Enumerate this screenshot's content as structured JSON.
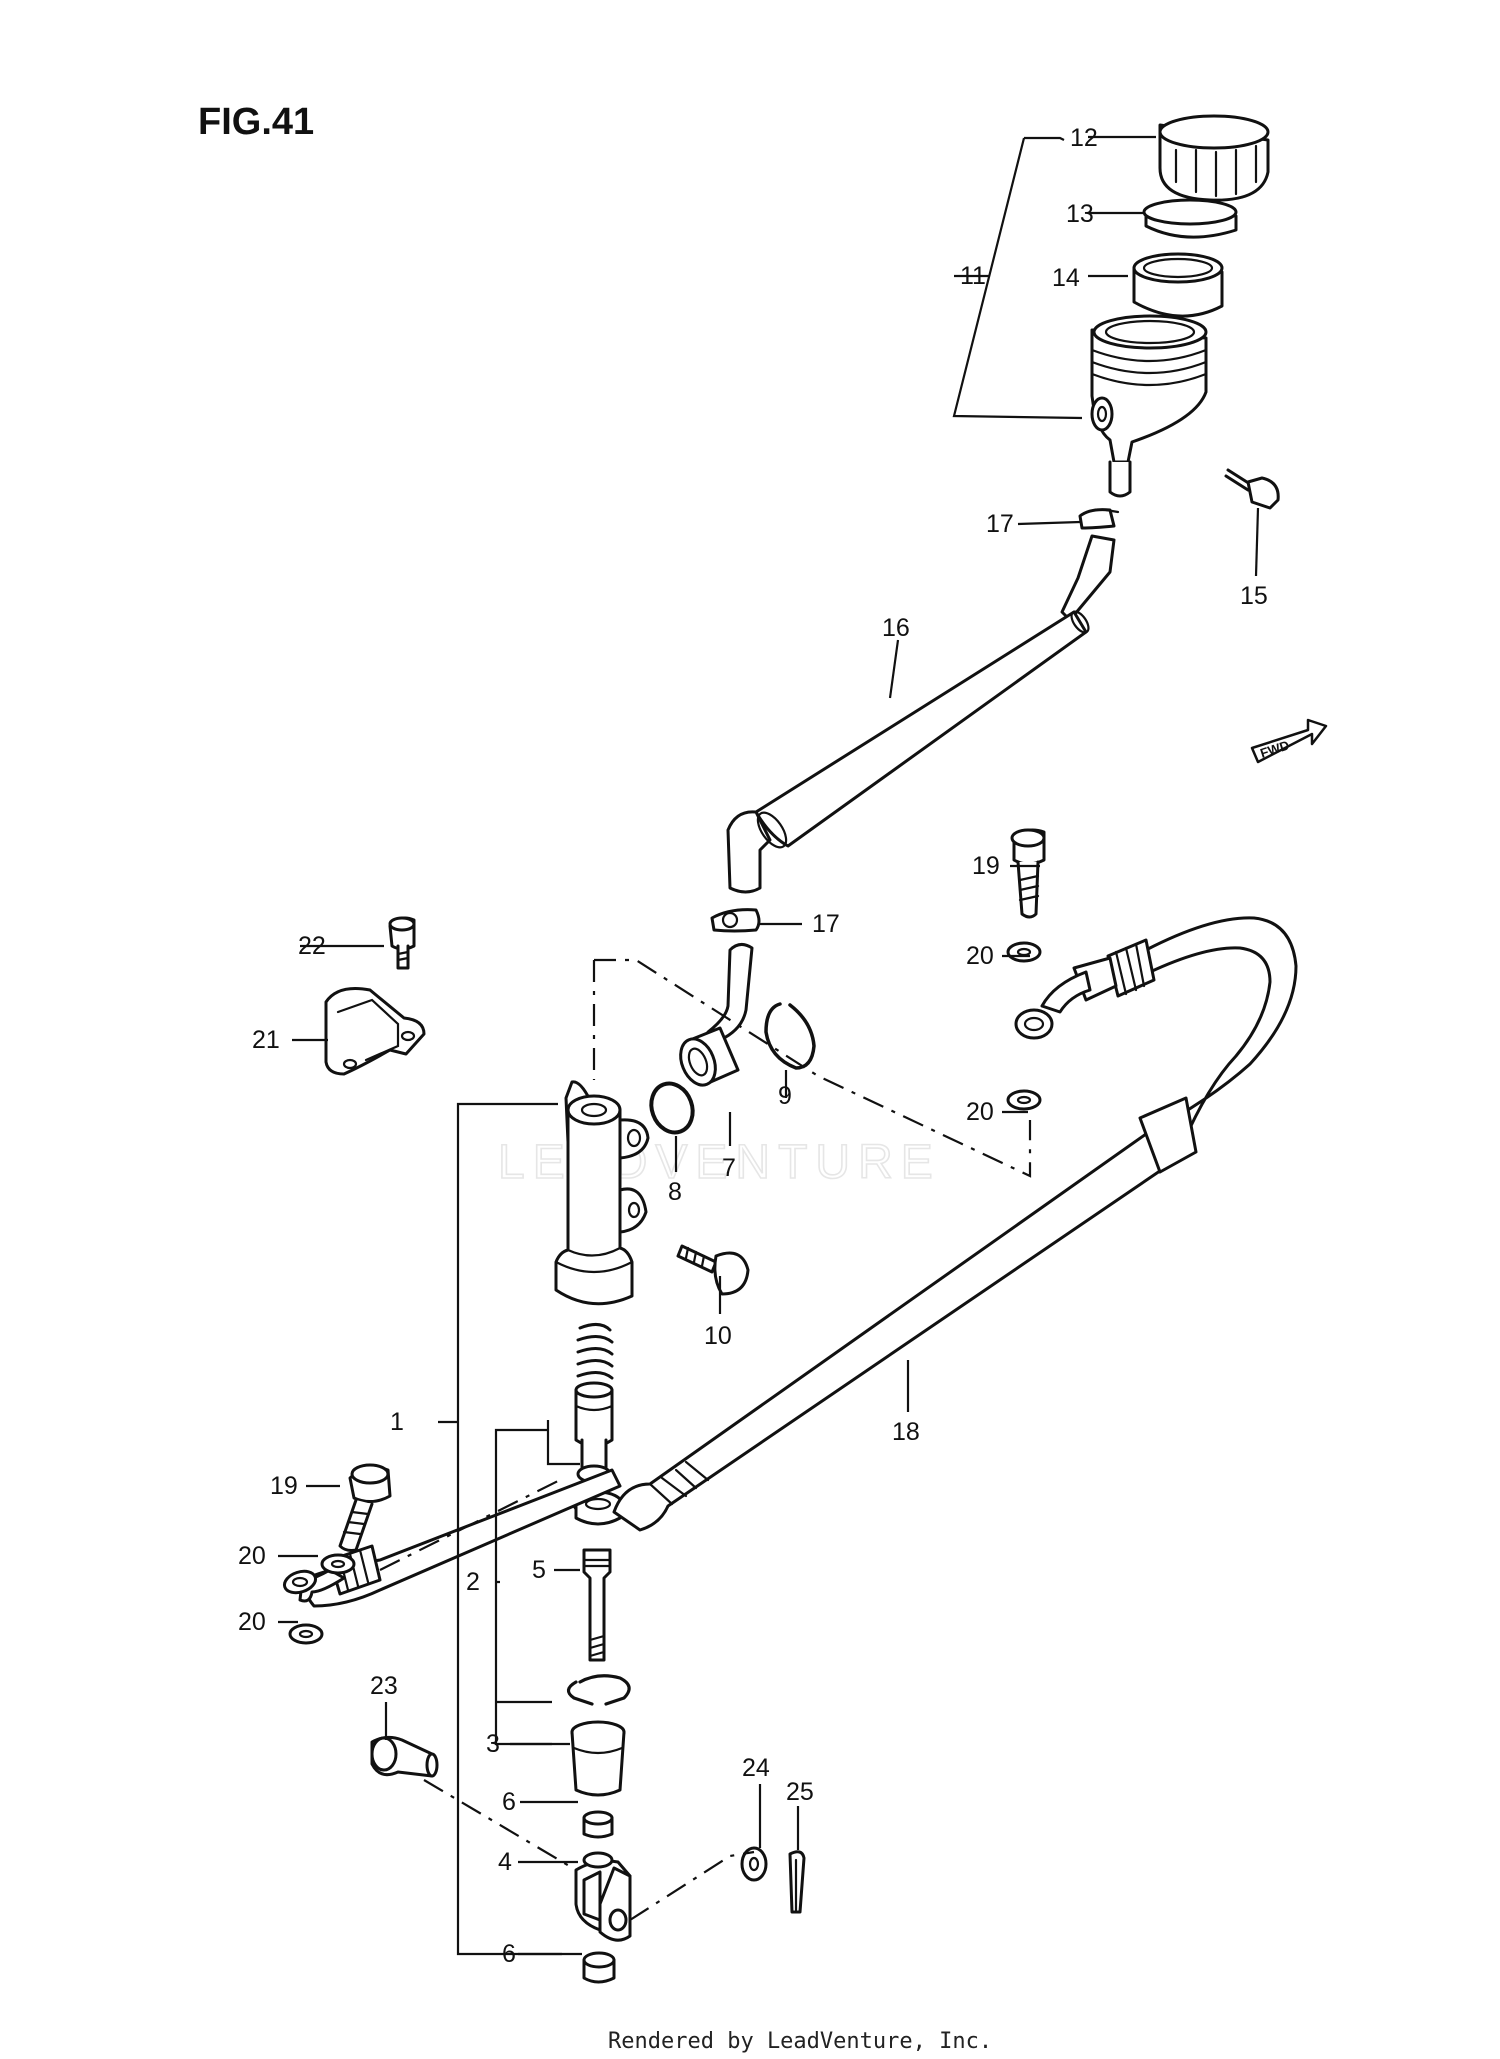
{
  "figure_title": "FIG.41",
  "watermark": "LEADVENTURE",
  "footer": "Rendered by LeadVenture, Inc.",
  "direction_badge": "FWD",
  "callouts": [
    {
      "id": "c12",
      "text": "12"
    },
    {
      "id": "c13",
      "text": "13"
    },
    {
      "id": "c11",
      "text": "11"
    },
    {
      "id": "c14",
      "text": "14"
    },
    {
      "id": "c17a",
      "text": "17"
    },
    {
      "id": "c15",
      "text": "15"
    },
    {
      "id": "c16",
      "text": "16"
    },
    {
      "id": "c19a",
      "text": "19"
    },
    {
      "id": "c17b",
      "text": "17"
    },
    {
      "id": "c22",
      "text": "22"
    },
    {
      "id": "c20a",
      "text": "20"
    },
    {
      "id": "c21",
      "text": "21"
    },
    {
      "id": "c9",
      "text": "9"
    },
    {
      "id": "c20b",
      "text": "20"
    },
    {
      "id": "c7",
      "text": "7"
    },
    {
      "id": "c8",
      "text": "8"
    },
    {
      "id": "c10",
      "text": "10"
    },
    {
      "id": "c1",
      "text": "1"
    },
    {
      "id": "c18",
      "text": "18"
    },
    {
      "id": "c19b",
      "text": "19"
    },
    {
      "id": "c20c",
      "text": "20"
    },
    {
      "id": "c5",
      "text": "5"
    },
    {
      "id": "c2",
      "text": "2"
    },
    {
      "id": "c20d",
      "text": "20"
    },
    {
      "id": "c23",
      "text": "23"
    },
    {
      "id": "c3",
      "text": "3"
    },
    {
      "id": "c24",
      "text": "24"
    },
    {
      "id": "c25",
      "text": "25"
    },
    {
      "id": "c6a",
      "text": "6"
    },
    {
      "id": "c4",
      "text": "4"
    },
    {
      "id": "c6b",
      "text": "6"
    }
  ]
}
